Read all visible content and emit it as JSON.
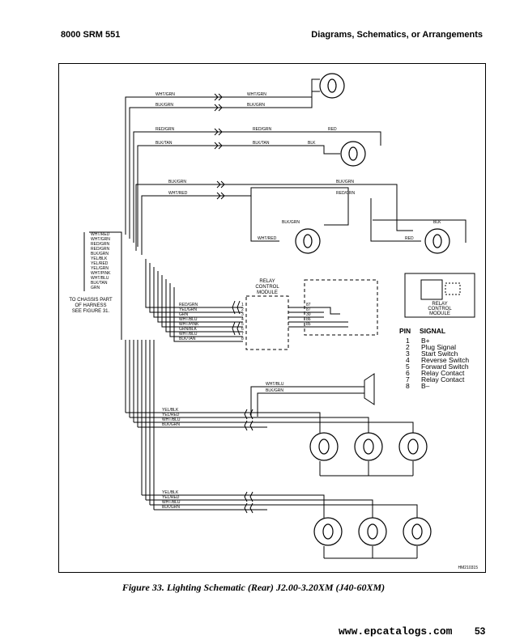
{
  "header": {
    "left": "8000 SRM 551",
    "right": "Diagrams, Schematics, or Arrangements"
  },
  "wires": {
    "top_grn": "WHT/GRN",
    "top_blk_grn": "BLK/GRN",
    "red_grn": "RED/GRN",
    "blk_tan": "BLK/TAN",
    "red": "RED",
    "blk": "BLK",
    "blk_grn2": "BLK/GRN",
    "wht_red": "WHT/RED",
    "red_grn2": "RED/GRN",
    "blk_grn3": "BLK/GRN",
    "wht_red2": "WHT/RED",
    "blk2": "BLK",
    "red2": "RED"
  },
  "harness": {
    "wires": [
      "WHT/RED",
      "WHT/GRN",
      "RED/GRN",
      "RED/GRN",
      "BLK/GRN",
      "YEL/BLK",
      "YEL/RED",
      "YEL/GRN",
      "WHT/PINK",
      "WHT/BLU",
      "BLK/TAN",
      "GRN"
    ],
    "note": [
      "TO CHASSIS PART",
      "OF HARNESS",
      "SEE FIGURE 31."
    ]
  },
  "relay": {
    "label": [
      "RELAY",
      "CONTROL",
      "MODULE"
    ],
    "wires": [
      "RED/GRN",
      "YEL/GRN",
      "GRN",
      "WHT/BLU",
      "WHT/PINK",
      "GRN/BLK",
      "WHT/BLU",
      "BLK/TAN"
    ],
    "pins_left": [
      "1",
      "2",
      "3",
      "4",
      "5",
      "6",
      "7",
      "8"
    ],
    "pins_right": [
      "87",
      "87",
      "30",
      "86",
      "85"
    ],
    "pin_8": "8"
  },
  "module_box": {
    "label": [
      "RELAY",
      "CONTROL",
      "MODULE"
    ]
  },
  "pin_table": {
    "headers": [
      "PIN",
      "SIGNAL"
    ],
    "rows": [
      [
        "1",
        "B+"
      ],
      [
        "2",
        "Plug Signal"
      ],
      [
        "3",
        "Start Switch"
      ],
      [
        "4",
        "Reverse Switch"
      ],
      [
        "5",
        "Forward Switch"
      ],
      [
        "6",
        "Relay Contact"
      ],
      [
        "7",
        "Relay Contact"
      ],
      [
        "8",
        "B–"
      ]
    ]
  },
  "horn_wires": [
    "WHT/BLU",
    "BLK/GRN"
  ],
  "lamp_bank1": [
    "YEL/BLK",
    "YEL/RED",
    "WHT/BLU",
    "BLK/GRN"
  ],
  "lamp_bank2": [
    "YEL/BLK",
    "YEL/RED",
    "WHT/BLU",
    "BLK/GRN"
  ],
  "figure_id": "HM210315",
  "caption": "Figure 33. Lighting Schematic (Rear) J2.00-3.20XM (J40-60XM)",
  "footer": {
    "site": "www.epcatalogs.com",
    "page": "53"
  }
}
